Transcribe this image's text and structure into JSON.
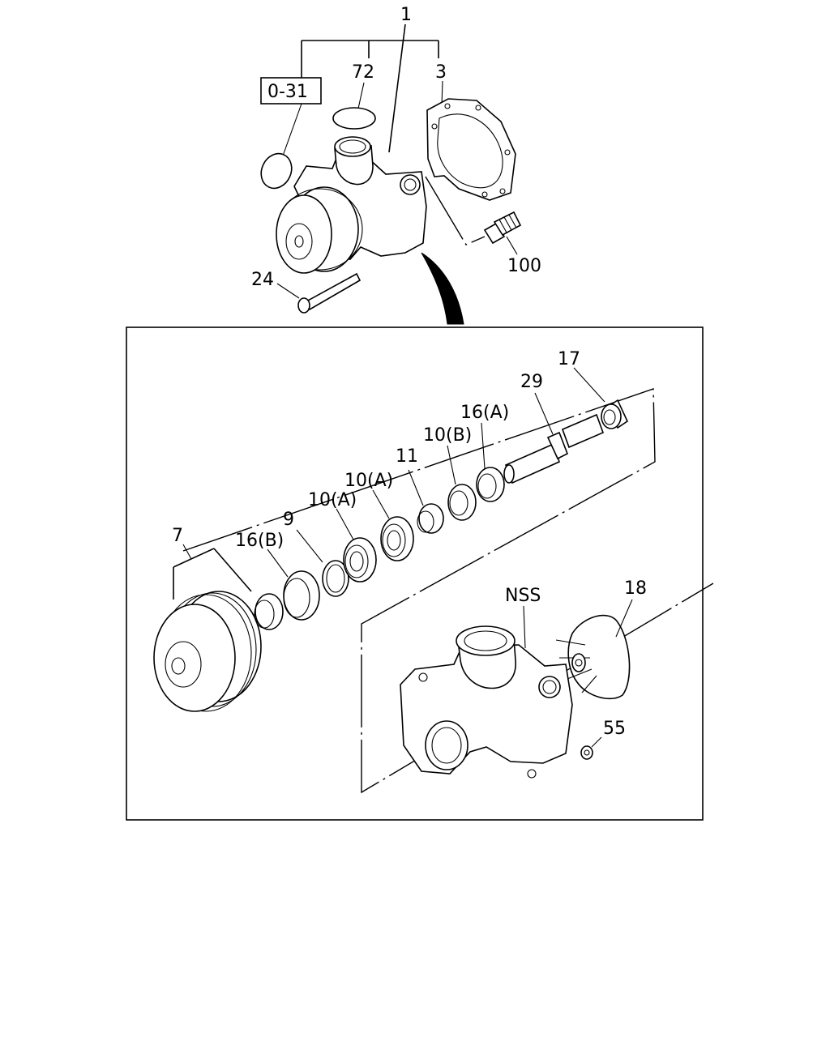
{
  "labels": {
    "part_1": "1",
    "part_72": "72",
    "part_3": "3",
    "ref_box": "0-31",
    "part_100": "100",
    "part_24": "24",
    "part_17": "17",
    "part_29": "29",
    "part_16a": "16(A)",
    "part_10b": "10(B)",
    "part_11": "11",
    "part_10a_upper": "10(A)",
    "part_10a_lower": "10(A)",
    "part_9": "9",
    "part_16b": "16(B)",
    "part_7": "7",
    "part_nss": "NSS",
    "part_18": "18",
    "part_55": "55"
  }
}
